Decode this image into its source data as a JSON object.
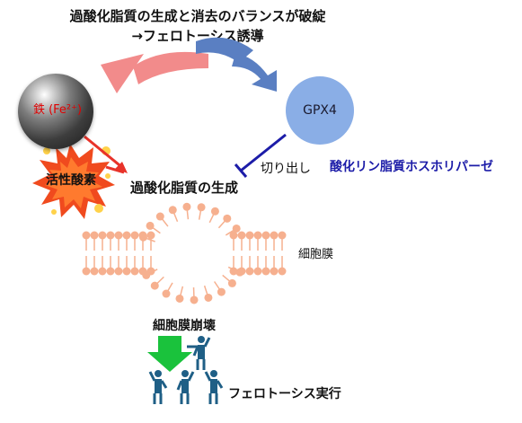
{
  "title": {
    "line1": "過酸化脂質の生成と消去のバランスが破綻",
    "line2": "→フェロトーシス誘導"
  },
  "nodes": {
    "iron": "鉄 (Fe²⁺)",
    "ros": "活性酸素",
    "gpx4": "GPX4"
  },
  "labels": {
    "cut": "切り出し",
    "plr": "酸化リン脂質ホスホリパーゼ",
    "peroxidation": "過酸化脂質の生成",
    "membrane": "細胞膜",
    "collapse": "細胞膜崩壊",
    "execution": "フェロトーシス実行"
  },
  "colors": {
    "arrow_red": "#f28b8b",
    "arrow_blue": "#5a7fc2",
    "gpx_fill": "#8aaee6",
    "inhibit_line": "#1c1ca8",
    "ros_burst": "#f04a1e",
    "ros_glow": "#ffd24a",
    "lipid": "#f6b08f",
    "green_arrow": "#1ac23c",
    "person": "#1f5f86"
  },
  "icons": [
    "iron-sphere-icon",
    "ros-burst-icon",
    "membrane-pore-icon",
    "down-arrow-icon",
    "people-icon"
  ]
}
